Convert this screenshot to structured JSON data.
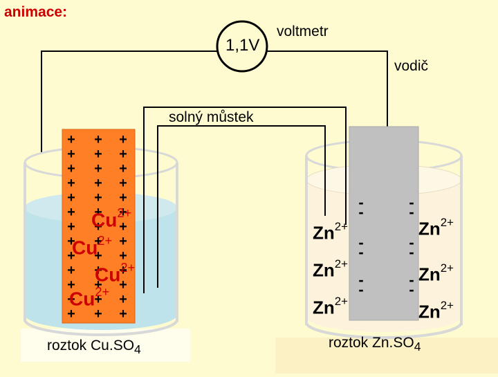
{
  "title": "animace:",
  "voltmeter": {
    "value": "1,1V",
    "label": "voltmetr"
  },
  "wire_label": "vodič",
  "salt_bridge_label": "solný můstek",
  "solution_left": {
    "text": "roztok Cu.SO",
    "subscript": "4"
  },
  "solution_right": {
    "text": "roztok Zn.SO",
    "subscript": "4"
  },
  "ions": {
    "cu": {
      "symbol": "Cu",
      "charge": "2+"
    },
    "zn": {
      "symbol": "Zn",
      "charge": "2+"
    }
  },
  "electrode_charges": {
    "copper": "+",
    "zinc": "-"
  },
  "colors": {
    "background": "#fefbd0",
    "copper_electrode": "#ff7f27",
    "zinc_electrode": "#c0c0c0",
    "cu_solution": "#bfe3ea",
    "zn_solution": "#fdf3dc",
    "cu_ion": "#cc0000",
    "title": "#cc0000"
  }
}
